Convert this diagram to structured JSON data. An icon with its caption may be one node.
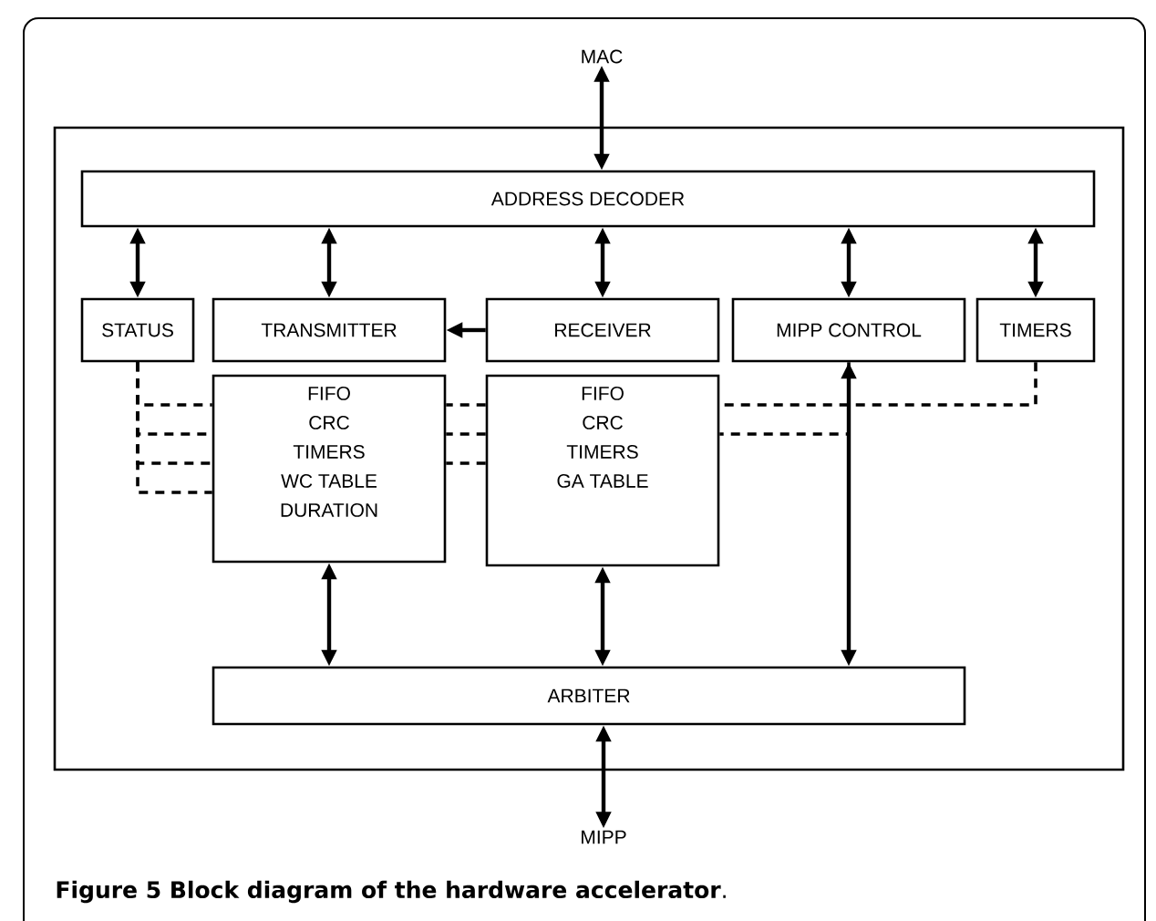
{
  "diagram": {
    "caption": "**Figure 5 Block diagram of the hardware accelerator**.",
    "nodes": [
      {
        "text": [
          "MAC"
        ]
      },
      {
        "text": [],
        "shape": "box"
      },
      {
        "text": [
          "ADDRESS DECODER"
        ],
        "in": 1
      },
      {
        "text": [
          "STATUS"
        ],
        "in": 1
      },
      {
        "text": [
          "TRANSMITTER"
        ],
        "in": 1
      },
      {
        "text": [
          "RECEIVER"
        ],
        "in": 1
      },
      {
        "text": [
          "MIPP CONTROL"
        ],
        "in": 1
      },
      {
        "text": [
          "TIMERS"
        ],
        "in": 1
      },
      {
        "text": [
          "FIFO",
          "CRC",
          "TIMERS",
          "WC TABLE",
          "DURATION"
        ],
        "in": 1
      },
      {
        "text": [
          "FIFO",
          "CRC",
          "TIMERS",
          "GA TABLE"
        ],
        "in": 1
      },
      {
        "text": [
          "ARBITER"
        ],
        "in": 1
      },
      {
        "text": [
          "MIPP"
        ]
      }
    ],
    "edges": [
      {
        "from": 0,
        "to": 2,
        "arrow": "both"
      },
      {
        "from": 2,
        "to": 3,
        "arrow": "both"
      },
      {
        "from": 2,
        "to": 4,
        "arrow": "both"
      },
      {
        "from": 2,
        "to": 5,
        "arrow": "both"
      },
      {
        "from": 2,
        "to": 6,
        "arrow": "both"
      },
      {
        "from": 2,
        "to": 7,
        "arrow": "both"
      },
      {
        "from": 5,
        "to": 4,
        "arrow": "to"
      },
      {
        "from": 8,
        "to": 10,
        "arrow": "both"
      },
      {
        "from": 9,
        "to": 10,
        "arrow": "both"
      },
      {
        "from": 10,
        "to": 6,
        "arrow": "both"
      },
      {
        "from": 10,
        "to": 11,
        "arrow": "both"
      },
      {
        "from": 7,
        "to": 9,
        "arrow": "none",
        "style": "dashed"
      },
      {
        "from": 9,
        "to": 8,
        "arrow": "none",
        "style": "dashed"
      },
      {
        "from": 3,
        "to": 8,
        "arrow": "none",
        "style": "dashed"
      },
      {
        "from": 6,
        "to": 9,
        "arrow": "none",
        "style": "dashed"
      },
      {
        "from": 9,
        "to": 8,
        "arrow": "none",
        "style": "dashed"
      },
      {
        "from": 3,
        "to": 8,
        "arrow": "none",
        "style": "dashed"
      },
      {
        "from": 9,
        "to": 8,
        "arrow": "none",
        "style": "dashed"
      },
      {
        "from": 3,
        "to": 8,
        "arrow": "none",
        "style": "dashed"
      },
      {
        "from": 3,
        "to": 8,
        "arrow": "none",
        "style": "dashed"
      }
    ]
  }
}
